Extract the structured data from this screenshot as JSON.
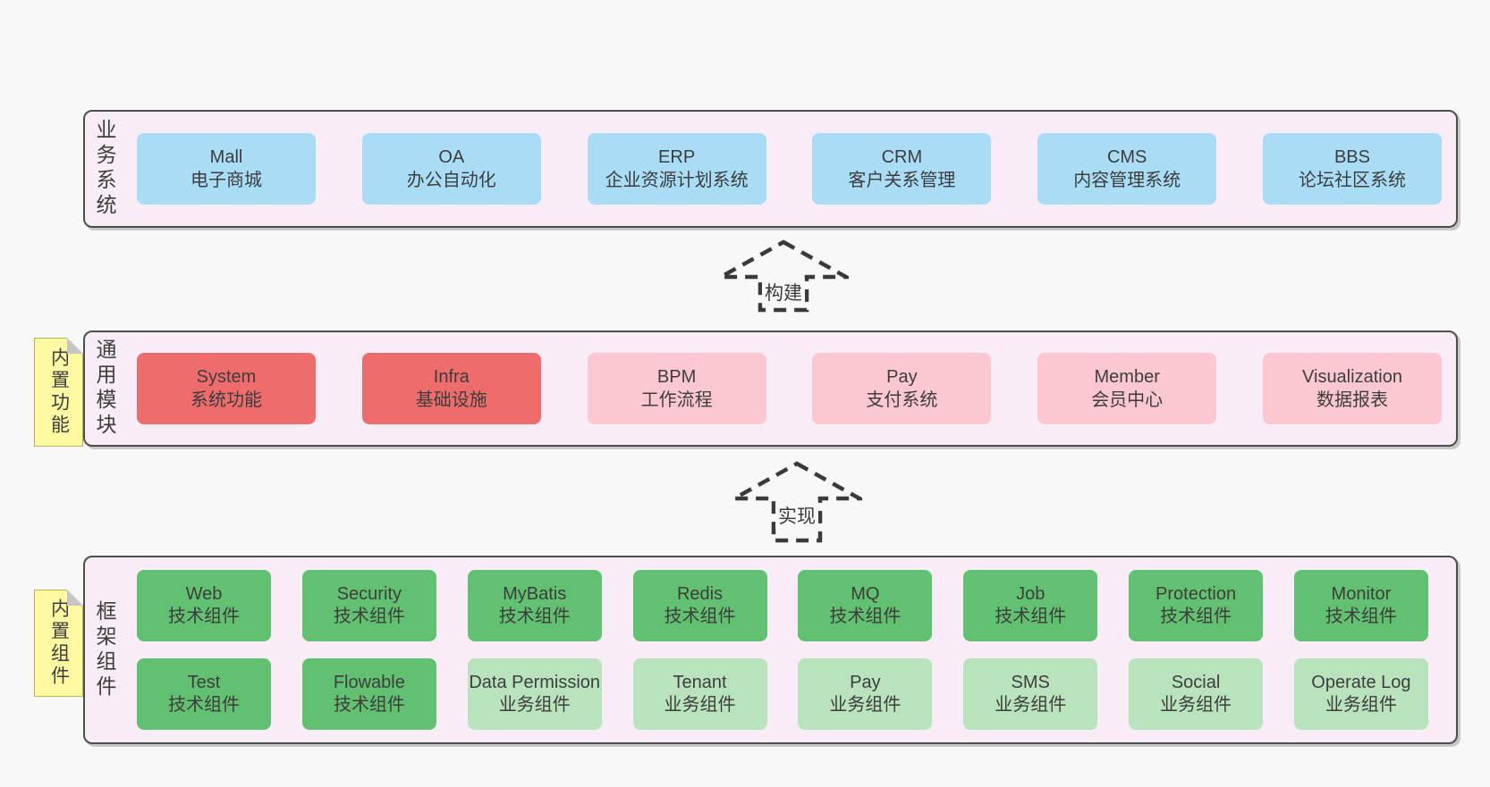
{
  "colors": {
    "page_bg": "#f8f8f8",
    "layer_bg": "#f8edf6",
    "layer_border": "#4d4d4d",
    "blue": "#a9dcf5",
    "red": "#ef6c6c",
    "pink": "#fbc8d1",
    "green": "#62c171",
    "light_green": "#b9e3bd",
    "sticky_bg": "#fcf9a2",
    "sticky_border": "#b5b25c",
    "fold_gray": "#c6c6c6",
    "text": "#3d3d3d",
    "arrow_stroke": "#3a3a3a"
  },
  "arrows": [
    {
      "label": "构建"
    },
    {
      "label": "实现"
    }
  ],
  "layers": [
    {
      "label": "业务系统",
      "rows": [
        [
          {
            "title": "Mall",
            "subtitle": "电子商城"
          },
          {
            "title": "OA",
            "subtitle": "办公自动化"
          },
          {
            "title": "ERP",
            "subtitle": "企业资源计划系统"
          },
          {
            "title": "CRM",
            "subtitle": "客户关系管理"
          },
          {
            "title": "CMS",
            "subtitle": "内容管理系统"
          },
          {
            "title": "BBS",
            "subtitle": "论坛社区系统"
          }
        ]
      ]
    },
    {
      "label": "通用模块",
      "sticky": "内置功能",
      "rows": [
        [
          {
            "title": "System",
            "subtitle": "系统功能"
          },
          {
            "title": "Infra",
            "subtitle": "基础设施"
          },
          {
            "title": "BPM",
            "subtitle": "工作流程"
          },
          {
            "title": "Pay",
            "subtitle": "支付系统"
          },
          {
            "title": "Member",
            "subtitle": "会员中心"
          },
          {
            "title": "Visualization",
            "subtitle": "数据报表"
          }
        ]
      ]
    },
    {
      "label": "框架组件",
      "sticky": "内置组件",
      "rows": [
        [
          {
            "title": "Web",
            "subtitle": "技术组件"
          },
          {
            "title": "Security",
            "subtitle": "技术组件"
          },
          {
            "title": "MyBatis",
            "subtitle": "技术组件"
          },
          {
            "title": "Redis",
            "subtitle": "技术组件"
          },
          {
            "title": "MQ",
            "subtitle": "技术组件"
          },
          {
            "title": "Job",
            "subtitle": "技术组件"
          },
          {
            "title": "Protection",
            "subtitle": "技术组件"
          },
          {
            "title": "Monitor",
            "subtitle": "技术组件"
          }
        ],
        [
          {
            "title": "Test",
            "subtitle": "技术组件"
          },
          {
            "title": "Flowable",
            "subtitle": "技术组件"
          },
          {
            "title": "Data Permission",
            "subtitle": "业务组件"
          },
          {
            "title": "Tenant",
            "subtitle": "业务组件"
          },
          {
            "title": "Pay",
            "subtitle": "业务组件"
          },
          {
            "title": "SMS",
            "subtitle": "业务组件"
          },
          {
            "title": "Social",
            "subtitle": "业务组件"
          },
          {
            "title": "Operate Log",
            "subtitle": "业务组件"
          }
        ]
      ]
    }
  ]
}
